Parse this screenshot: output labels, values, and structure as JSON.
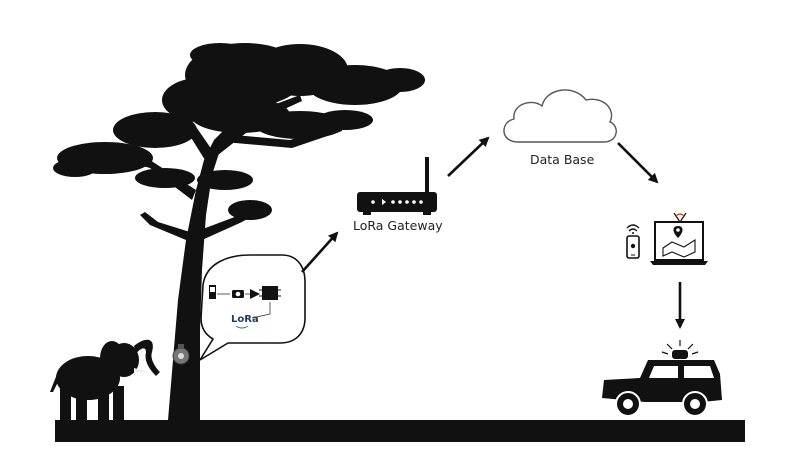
{
  "labels": {
    "gateway": "LoRa Gateway",
    "database": "Data Base",
    "lora_chip": "LoRa"
  },
  "colors": {
    "silhouette": "#111111",
    "cloud_outline": "#555555",
    "lora_accent": "#2a6fb5",
    "background": "#ffffff"
  },
  "icons": [
    "elephant",
    "tree",
    "sensor-node",
    "speech-bubble",
    "camera",
    "microcontroller",
    "lora-module",
    "router",
    "cloud",
    "smartphone",
    "wifi",
    "monitor-map",
    "siren",
    "vehicle"
  ]
}
